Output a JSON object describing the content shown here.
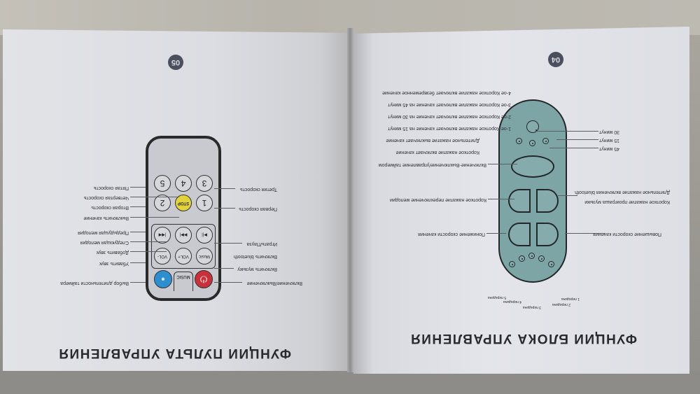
{
  "left_page": {
    "page_number": "05",
    "title": "ФУНЦИИ ПУЛЬТА УПРАВЛЕНИЯ",
    "remote": {
      "buttons": {
        "b1": "1",
        "b2": "2",
        "b3": "3",
        "b4": "4",
        "b5": "5",
        "stop": "STOP",
        "play_pause": "▶||",
        "next": "▶▶|",
        "prev": "|◀◀",
        "music": "Music",
        "vol_plus": "VOL+",
        "vol_minus": "VOL-",
        "music_label": "MUSIC",
        "power": "⏻",
        "timer": "●"
      }
    },
    "labels_left_side": [
      "Третия скорость",
      "Первая скорость",
      "Играть/Пауза",
      "Включить bluetooth",
      "Включить музыку",
      "Включение/Выключение"
    ],
    "labels_right_side": [
      "Пятая скорость",
      "Четвертая скорость",
      "Вторая скорость",
      "Выключить качение",
      "Предыдущая мелодия",
      "Следующая мелодия",
      "Добавить звук",
      "Убавить звук",
      "Выбор длительности таймера"
    ]
  },
  "right_page": {
    "page_number": "04",
    "title": "ФУНЦИИ БЛОКА УПРАВЛЕНИЯ",
    "timer_labels": [
      "30 минут",
      "15 минут",
      "45 минут"
    ],
    "left_labels": [
      "Короткое нажатие проиграша музыки",
      "Длительное нажатие включения bluetooth",
      "Повышение скорости качения"
    ],
    "right_labels": {
      "timer_button": "Включение-Выключение/управление таймером",
      "timer_lines": [
        "Короткое нажатие включает качение",
        "Длительное нажатие выключает качение",
        "1-ое Короткое нажатие включает качение на 15 минут",
        "2-ое Короткое нажатие включает качение на 30 минут",
        "3-ое Короткое нажатие включает качение на 45 минут",
        "4-ое Короткое нажатие включает безвременное качение"
      ],
      "melody": "Короткое нажатие переключение мелодии",
      "speed_down": "Понижение скорости качения"
    },
    "speed_labels": [
      "1 передача",
      "2 передача",
      "3 передача",
      "4 передача",
      "5 передача"
    ]
  }
}
